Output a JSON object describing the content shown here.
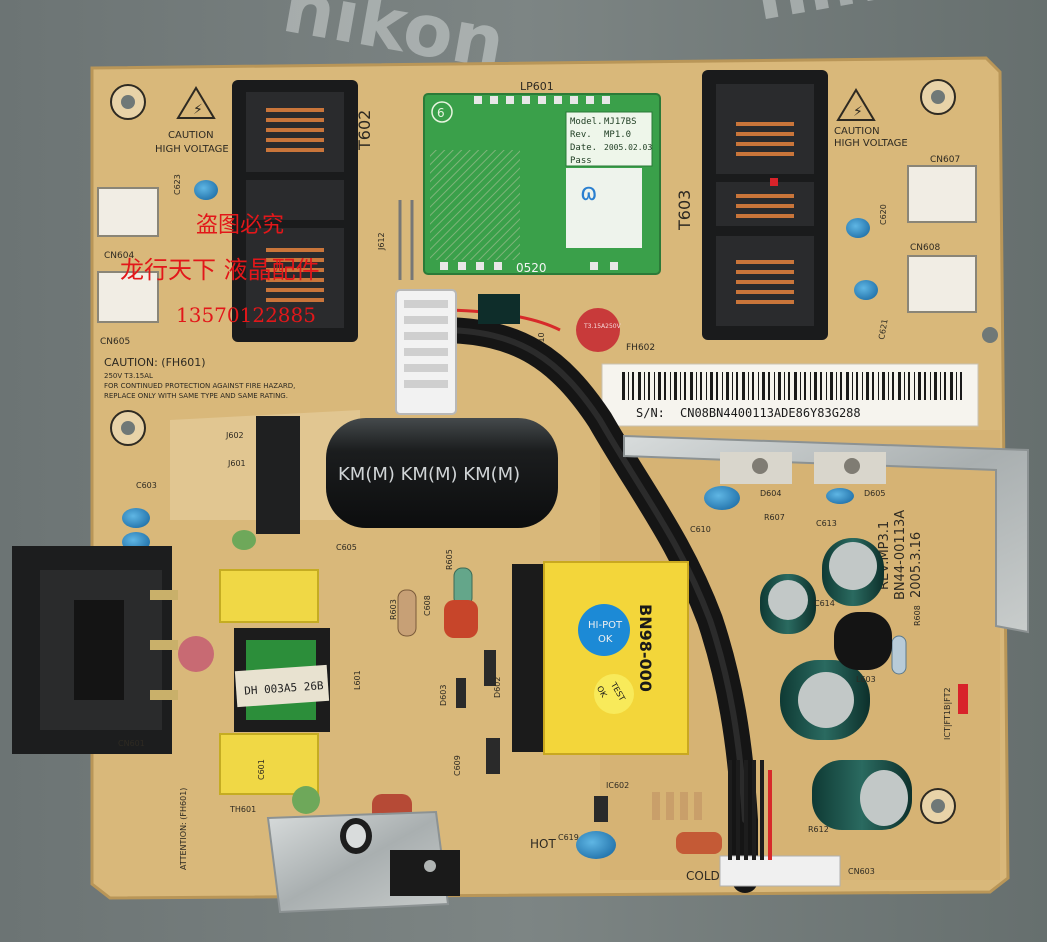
{
  "board": {
    "warning_caution": "CAUTION",
    "warning_voltage": "HIGH VOLTAGE",
    "caution_fuse": "CAUTION: (FH601)",
    "caution_line1": "250V T3.15AL",
    "caution_line2": "FOR CONTINUED PROTECTION AGAINST FIRE HAZARD,",
    "caution_line3": "REPLACE ONLY WITH SAME TYPE AND SAME RATING.",
    "serial_prefix": "S/N:",
    "serial_number": "CN08BN4400113ADE86Y83G288",
    "rev": "REV:MP3.1",
    "part_number": "BN44-00113A",
    "date": "2005.3.16",
    "hot": "HOT",
    "cold": "COLD",
    "attention": "ATTENTION: (FH601)"
  },
  "daughter_board": {
    "connector": "LP601",
    "model_label": "Model.",
    "model_value": "MJ17BS",
    "rev_label": "Rev.",
    "rev_value": "MP1.0",
    "date_label": "Date.",
    "date_value": "2005.02.03",
    "pass_label": "Pass",
    "code": "0520",
    "circle_number": "6"
  },
  "transformer": {
    "code": "BN98-000",
    "sticker_hipot_1": "HI-POT",
    "sticker_hipot_2": "OK",
    "sticker_test_1": "TEST",
    "sticker_test_2": "OK"
  },
  "capacitor": {
    "brand": "KM(M) KM(M) KM(M)"
  },
  "choke": {
    "label": "DH 003A5 26B"
  },
  "watermark": {
    "line1": "盗图必究",
    "line2": "龙行天下 液晶配件",
    "phone": "13570122885"
  },
  "background_text": "nikon",
  "refs": {
    "t602": "T602",
    "t603": "T603",
    "cn604": "CN604",
    "cn605": "CN605",
    "cn607": "CN607",
    "cn608": "CN608",
    "cn601": "CN601",
    "cn603": "CN603",
    "c623": "C623",
    "c620": "C620",
    "c621": "C621",
    "c603": "C603",
    "c605": "C605",
    "c608": "C608",
    "c601": "C601",
    "c609": "C609",
    "c613": "C613",
    "c614": "C614",
    "c610": "C610",
    "c619": "C619",
    "j602": "J602",
    "j601": "J601",
    "j612": "J612",
    "j610": "J610",
    "d604": "D604",
    "d605": "D605",
    "d602": "D602",
    "d603": "D603",
    "r607": "R607",
    "r608": "R608",
    "r603": "R603",
    "r605": "R605",
    "r612": "R612",
    "l601": "L601",
    "l603": "L603",
    "fh602": "FH602",
    "th601": "TH601",
    "ic602": "IC602",
    "fuse_rating": "T3.15A250V",
    "ct_label": "ICT|FT1B|FT2"
  }
}
